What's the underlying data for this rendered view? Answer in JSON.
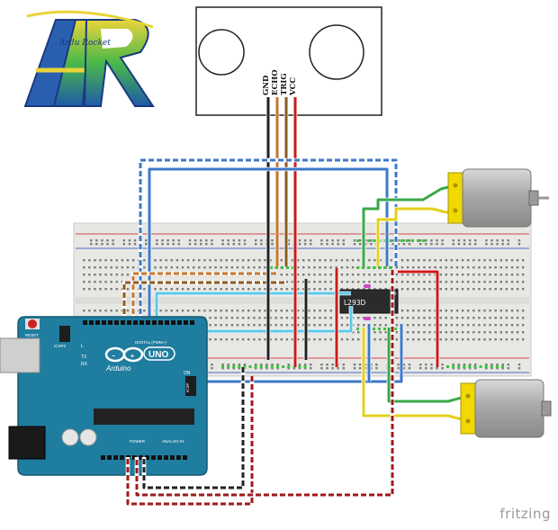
{
  "sensor": {
    "pins": [
      "GND",
      "ECHO",
      "TRIG",
      "VCC"
    ]
  },
  "ic": {
    "label": "L293D"
  },
  "arduino": {
    "brand": "Arduino",
    "model": "UNO",
    "reset_label": "RESET",
    "icsp_label": "ICSP2",
    "icsp1_label": "ICSP",
    "tx_label": "TX",
    "rx_label": "RX",
    "l_label": "L",
    "on_label": "ON",
    "digital_label": "DIGITAL (PWM~)",
    "power_label": "POWER",
    "analog_label": "ANALOG IN"
  },
  "watermark": "fritzing",
  "logo": {
    "text": "AR",
    "script": "Ardu Rocket"
  },
  "colors": {
    "board": "#1e7a9b",
    "breadboard": "#e9e9e6",
    "rail_red": "#d04040",
    "rail_blue": "#4a70c0",
    "wire_black": "#222222",
    "wire_orange": "#c8742a",
    "wire_brown": "#8a5a1e",
    "wire_red": "#cc1a1a",
    "wire_blue": "#3c78c8",
    "wire_cyan": "#5bc8e8",
    "wire_green": "#3aa84a",
    "wire_yellow": "#e4d020",
    "motor_yellow": "#f0d800"
  }
}
